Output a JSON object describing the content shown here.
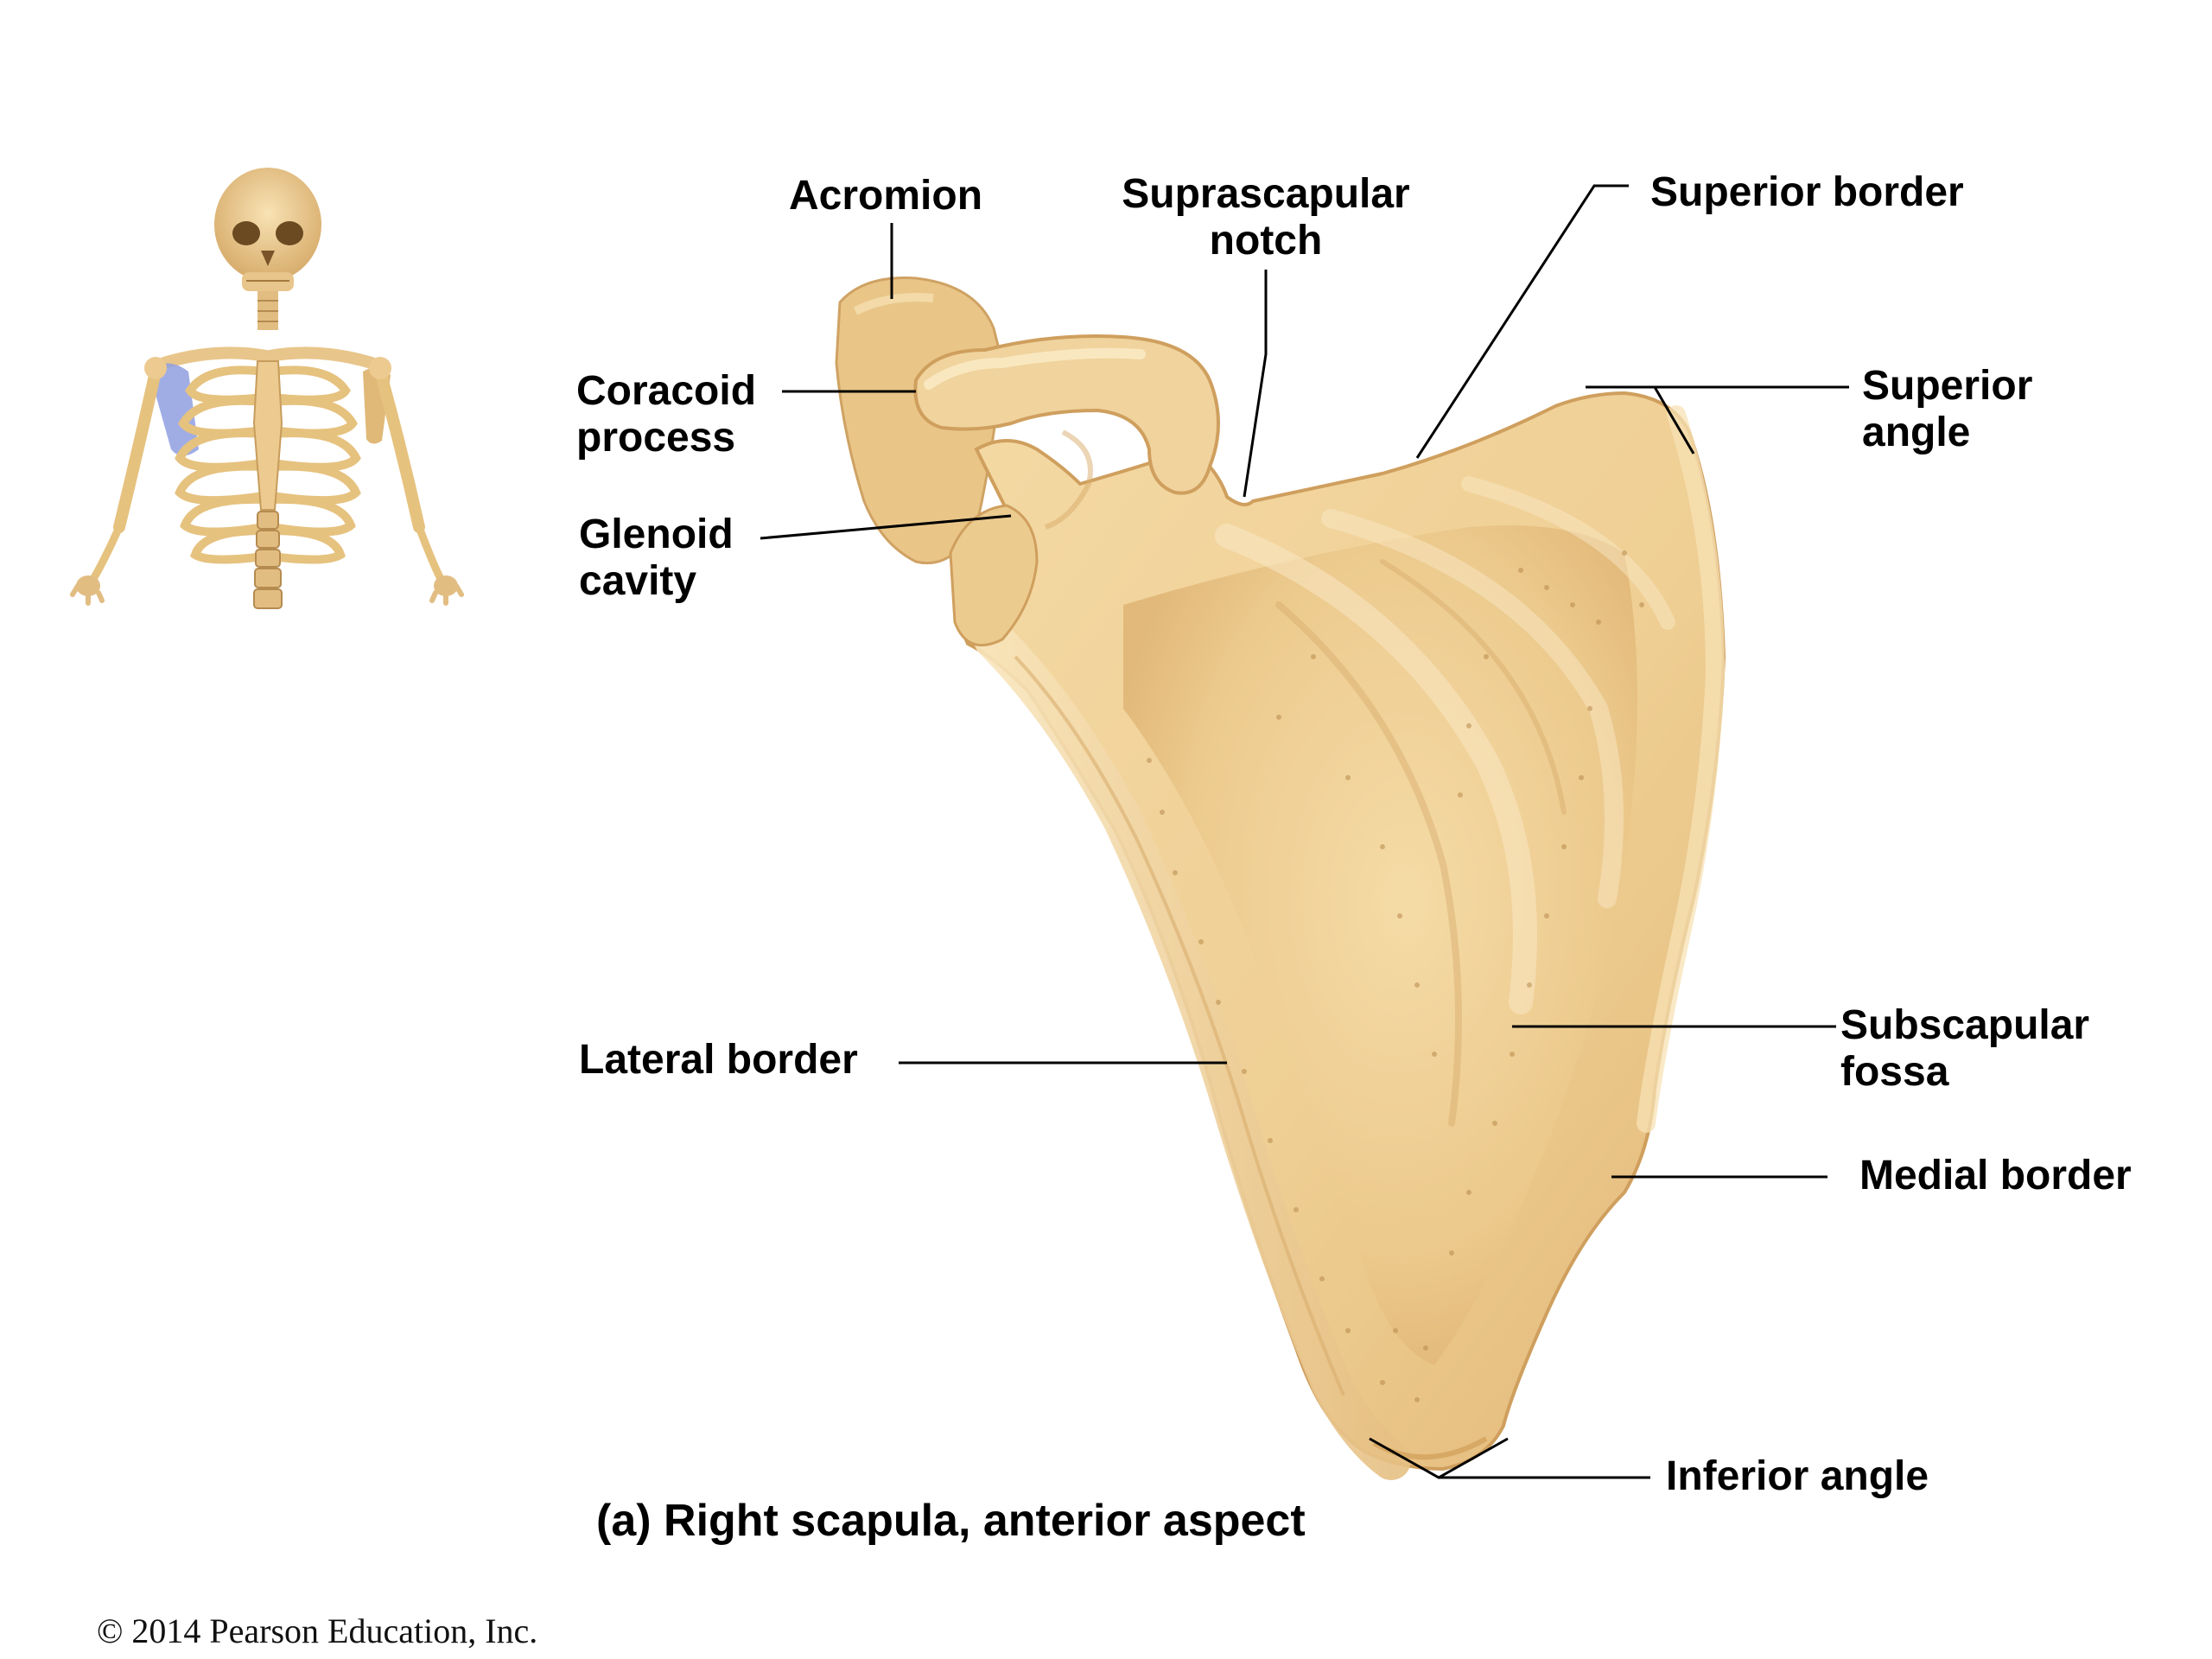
{
  "labels": {
    "acromion": "Acromion",
    "suprascapular_notch": [
      "Suprascapular",
      "notch"
    ],
    "superior_border": "Superior border",
    "coracoid_process": [
      "Coracoid",
      "process"
    ],
    "superior_angle": [
      "Superior",
      "angle"
    ],
    "glenoid_cavity": [
      "Glenoid",
      "cavity"
    ],
    "lateral_border": "Lateral border",
    "subscapular_fossa": [
      "Subscapular",
      "fossa"
    ],
    "medial_border": "Medial border",
    "inferior_angle": "Inferior angle"
  },
  "caption": {
    "prefix": "(a)",
    "text": "Right scapula, anterior aspect"
  },
  "copyright": "© 2014 Pearson Education, Inc.",
  "colors": {
    "bone": "#efcf94",
    "bone_shadow": "#d9b070",
    "bone_highlight": "#f9e6bd",
    "skeleton_highlight": "#8f9fe0",
    "leader_line": "#000000"
  }
}
